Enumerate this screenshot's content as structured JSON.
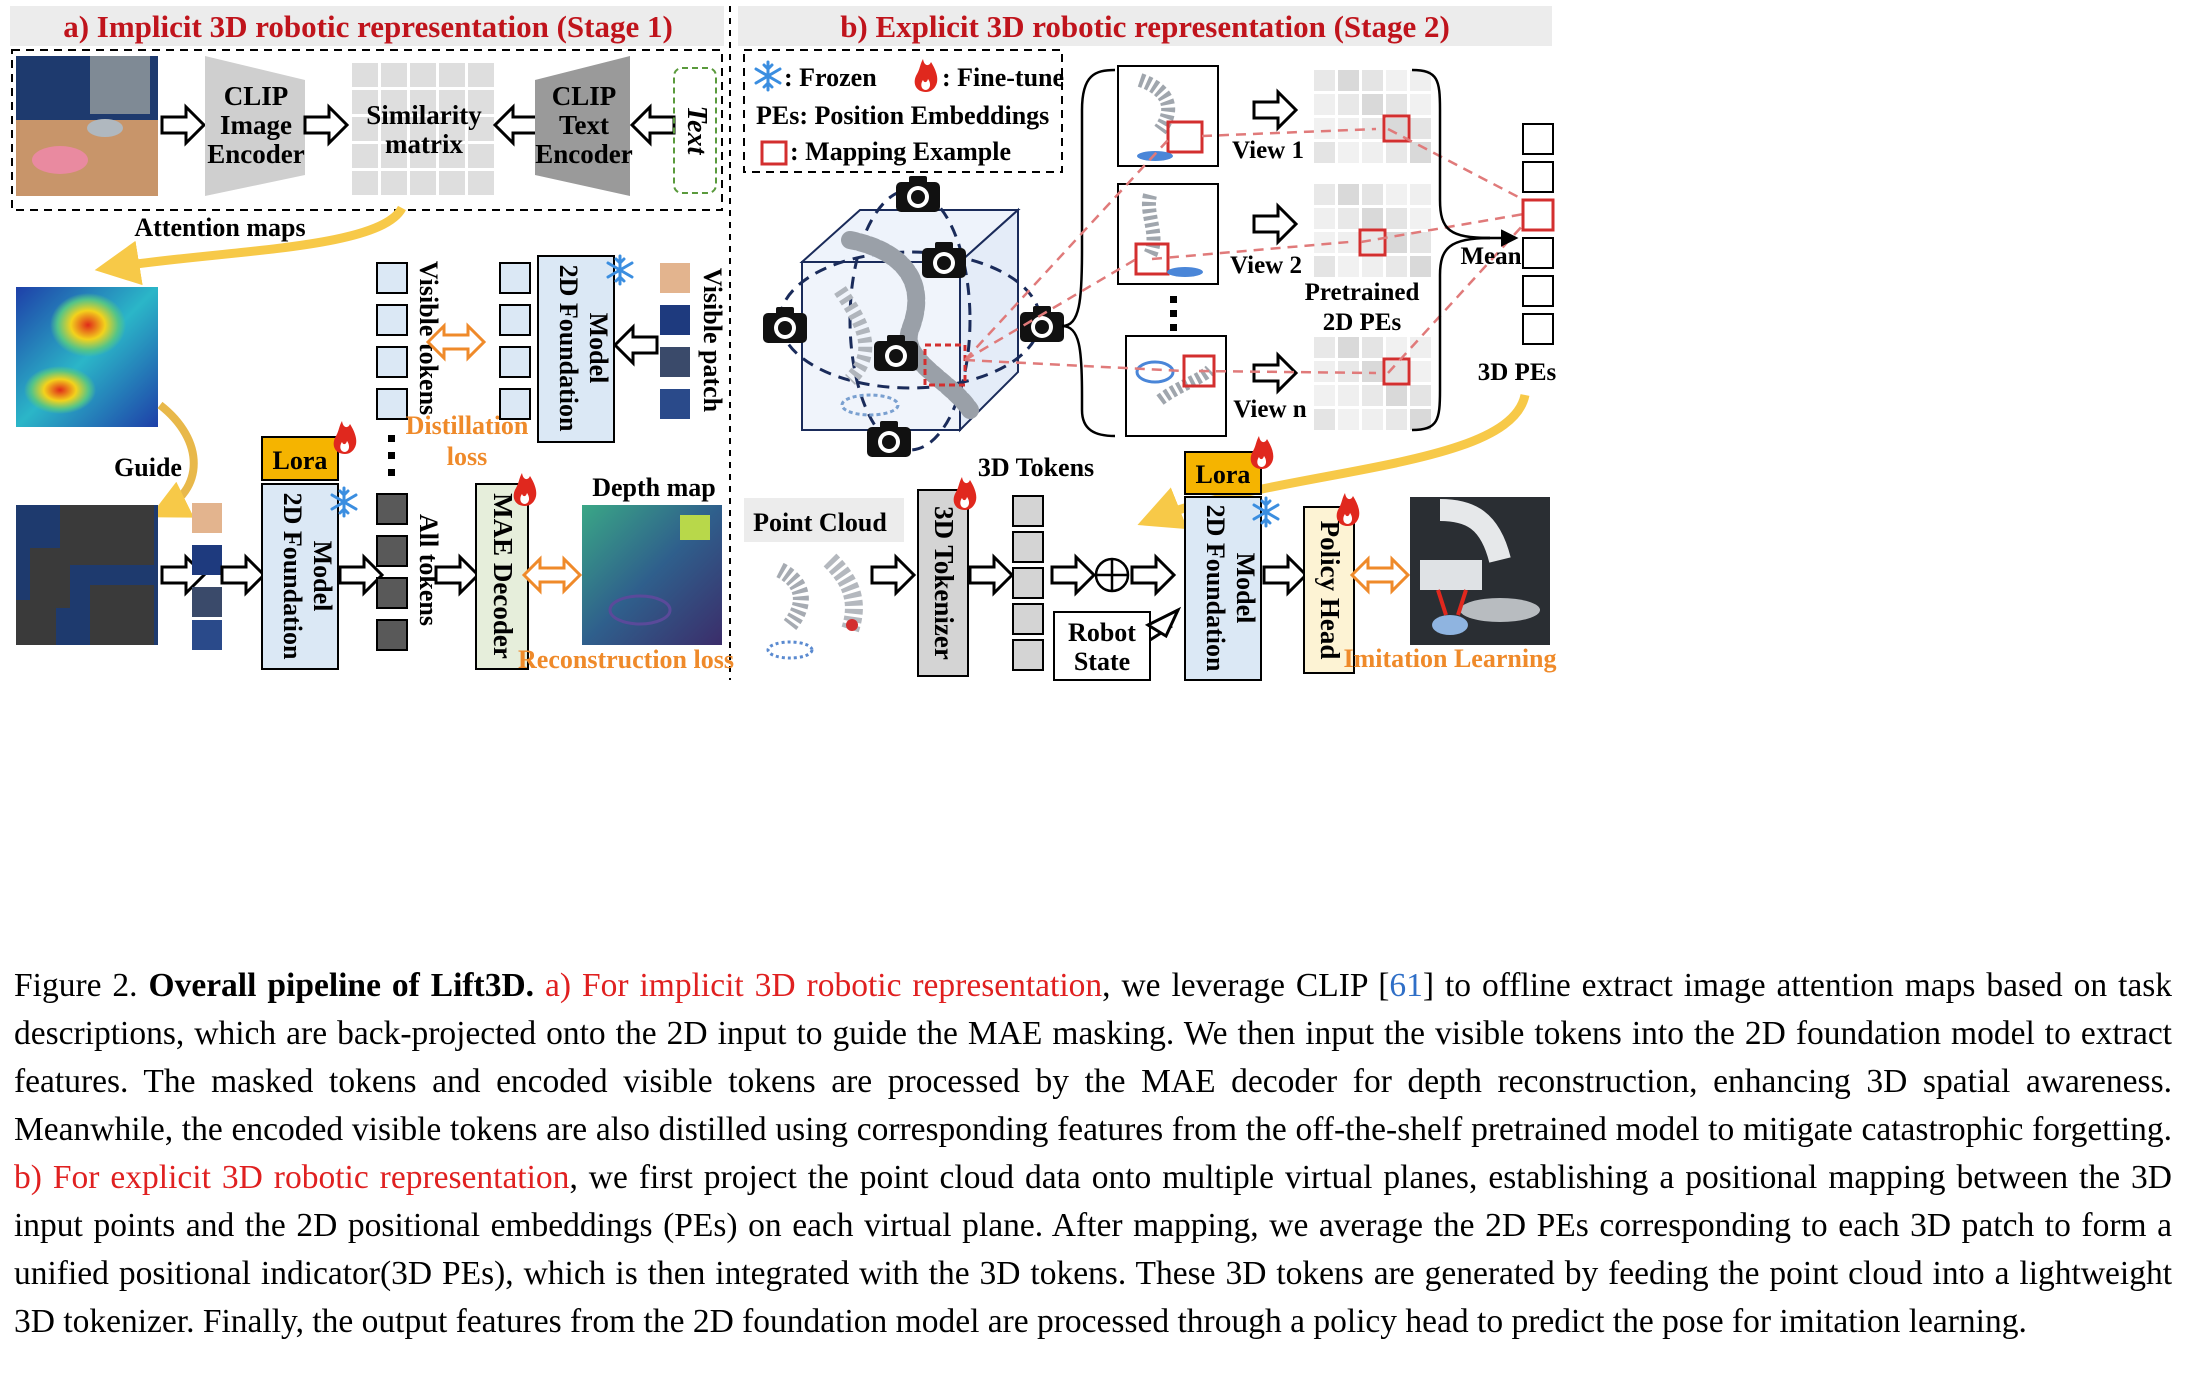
{
  "stage1": {
    "title": "a) Implicit 3D robotic representation (Stage 1)",
    "clip_image_encoder": [
      "CLIP",
      "Image",
      "Encoder"
    ],
    "similarity_matrix": [
      "Similarity",
      "matrix"
    ],
    "clip_text_encoder": [
      "CLIP",
      "Text",
      "Encoder"
    ],
    "text_input": "Text",
    "attention_maps": "Attention maps",
    "guide": "Guide",
    "lora": "Lora",
    "foundation_model": [
      "2D Foundation",
      "Model"
    ],
    "visible_tokens": "Visible tokens",
    "all_tokens": "All tokens",
    "distillation_loss": [
      "Distillation",
      "loss"
    ],
    "visible_patch": "Visible patch",
    "mae_decoder": "MAE Decoder",
    "depth_map": "Depth map",
    "reconstruction_loss": "Reconstruction loss"
  },
  "stage2": {
    "title": "b) Explicit 3D robotic representation (Stage 2)",
    "legend": {
      "frozen": ": Frozen",
      "finetune": ": Fine-tune",
      "pes": "PEs: Position Embeddings",
      "mapping": ": Mapping Example"
    },
    "views": [
      "View 1",
      "View 2",
      "View n"
    ],
    "pretrained_pes": [
      "Pretrained",
      "2D PEs"
    ],
    "mean": "Mean",
    "pes_3d": "3D PEs",
    "tokens_3d": "3D Tokens",
    "point_cloud": "Point Cloud",
    "tokenizer": "3D Tokenizer",
    "robot_state": [
      "Robot",
      "State"
    ],
    "lora": "Lora",
    "foundation_model": [
      "2D Foundation",
      "Model"
    ],
    "policy_head": "Policy Head",
    "imitation_learning": "Imitation Learning"
  },
  "caption": {
    "figure_label": "Figure 2.",
    "title": "Overall pipeline of Lift3D.",
    "part_a_label": "a) For implicit 3D robotic representation",
    "part_a_text1": ", we leverage CLIP [",
    "citation": "61",
    "part_a_text2": "] to offline extract image attention maps based on task descriptions, which are back-projected onto the 2D input to guide the MAE masking. We then input the visible tokens into the 2D foundation model to extract features. The masked tokens and encoded visible tokens are processed by the MAE decoder for depth reconstruction, enhancing 3D spatial awareness. Meanwhile, the encoded visible tokens are also distilled using corresponding features from the off-the-shelf pretrained model to mitigate catastrophic forgetting.",
    "part_b_label": "b) For explicit 3D robotic representation",
    "part_b_text": ", we first project the point cloud data onto multiple virtual planes, establishing a positional mapping between the 3D input points and the 2D positional embeddings (PEs) on each virtual plane. After mapping, we average the 2D PEs corresponding to each 3D patch to form a unified positional indicator(3D PEs), which is then integrated with the 3D tokens. These 3D tokens are generated by feeding the point cloud into a lightweight 3D tokenizer. Finally, the output features from the 2D foundation model are processed through a policy head to predict the pose for imitation learning."
  },
  "colors": {
    "stage_title": "#c0141c",
    "header_bg": "#ececec",
    "encoder_gray": "#cfcfcf",
    "text_encoder_gray": "#9a9a9a",
    "foundation_blue": "#dbe8f5",
    "token_blue": "#dbe8f5",
    "token_dark": "#595959",
    "lora_orange": "#f5b400",
    "loss_orange": "#ef8a2a",
    "mae_green": "#e6eedb",
    "policy_yellow": "#fdf3d4",
    "arrow_yellow": "#f7c948",
    "mapping_red": "#d32f2f",
    "snow_blue": "#3b8ee0",
    "fire_red": "#e0281e",
    "caption_red": "#e02020",
    "caption_blue": "#2f6fc7"
  }
}
